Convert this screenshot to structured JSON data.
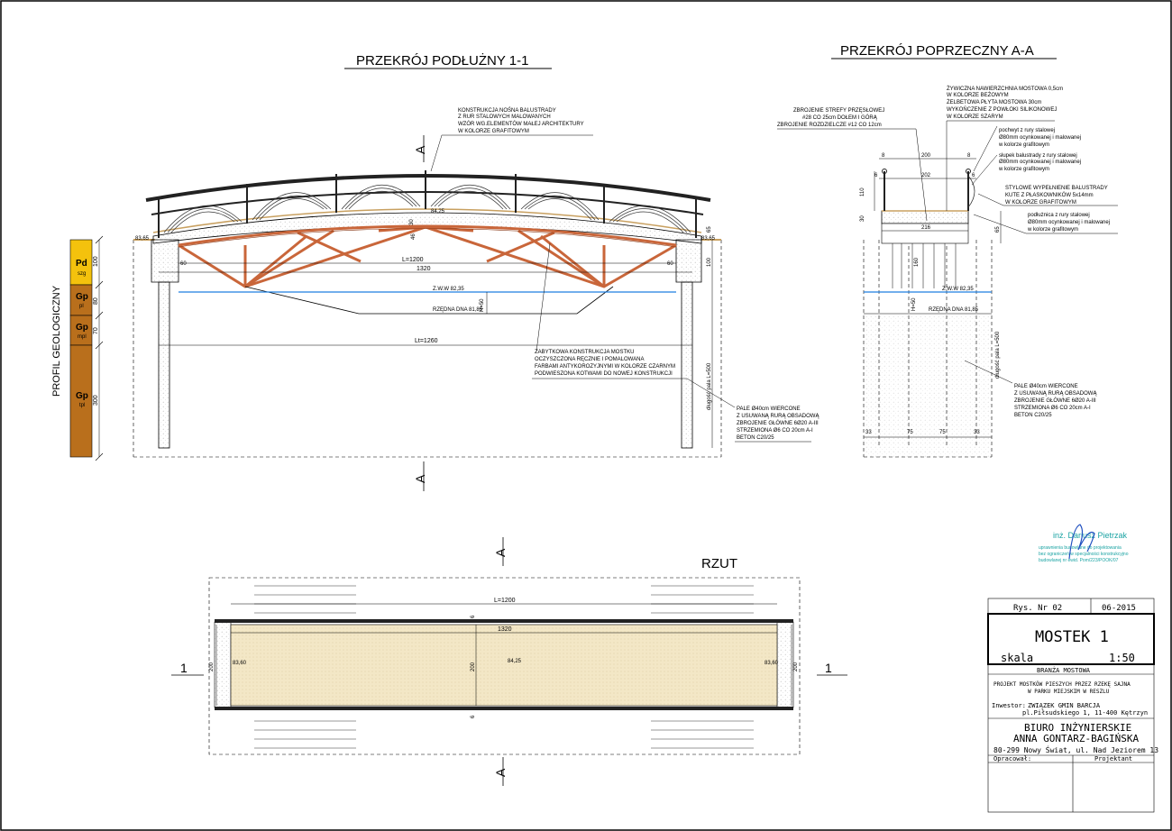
{
  "titles": {
    "longitudinal": "PRZEKRÓJ PODŁUŻNY 1-1",
    "cross": "PRZEKRÓJ POPRZECZNY A-A",
    "plan": "RZUT"
  },
  "section_marks": {
    "a": "A",
    "one": "1"
  },
  "geology": {
    "axis_label": "PROFIL GEOLOGICZNY",
    "layers": [
      {
        "code": "Pd",
        "sub": "szg",
        "thickness": "100",
        "color": "#f4c20d"
      },
      {
        "code": "Gp",
        "sub": "pl",
        "thickness": "80",
        "color": "#b96f1c"
      },
      {
        "code": "Gp",
        "sub": "mpl",
        "thickness": "70",
        "color": "#b96f1c"
      },
      {
        "code": "Gp",
        "sub": "tpl",
        "thickness": "300",
        "color": "#b96f1c"
      }
    ]
  },
  "longitudinal": {
    "railing_note": [
      "KONSTRUKCJA NOŚNA BALUSTRADY",
      "Z RUR STALOWYCH MALOWANYCH",
      "WZÓR WG.ELEMENTÓW MAŁEJ ARCHITEKTURY",
      "W KOLORZE GRAFITOWYM"
    ],
    "historic_note": [
      "ZABYTKOWA KONSTRUKCJA MOSTKU",
      "OCZYSZCZONA RĘCZNIE I POMALOWANA",
      "FARBAMI ANTYKOROZYJNYMI W KOLORZE CZARNYM",
      "PODWIESZONA KOTWAMI DO NOWEJ KONSTRUKCJI"
    ],
    "pile_note": [
      "PALE Ø40cm WIERCONE",
      "Z USUWANĄ RURĄ OBSADOWĄ",
      "ZBROJENIE GŁÓWNE 6Ø20 A-III",
      "STRZEMIONA Ø6 CO 20cm A-I",
      "BETON C20/25"
    ],
    "dims": {
      "L1200": "L=1200",
      "L1320": "1320",
      "Lt1260": "Lt=1260",
      "d30": "30",
      "d46": "46",
      "d60a": "60",
      "d60b": "60",
      "d65": "65",
      "d100a": "100",
      "d100b": "100",
      "h50": "H=50",
      "pile_len": "długość pala L=500",
      "lvl_left": "83,65",
      "lvl_right": "83,65",
      "lvl_mid": "84,25",
      "zww": "Z.W.W 82,35",
      "bottom": "RZĘDNA DNA 81,85"
    }
  },
  "cross": {
    "reinf_note": [
      "ZBROJENIE STREFY PRZĘSŁOWEJ",
      "#28 CO 25cm DOŁEM I GÓRĄ",
      "ZBROJENIE ROZDZIELCZE #12 CO 12cm"
    ],
    "surface_note": [
      "ŻYWICZNA NAWIERZCHNIA MOSTOWA 0,5cm",
      "W KOLORZE BEŻOWYM",
      "ŻELBETOWA PŁYTA MOSTOWA 30cm",
      "WYKOŃCZENIE Z POWŁOKI SILIKONOWEJ",
      "W KOLORZE SZARYM"
    ],
    "handrail_note": [
      "pochwyt z rury stalowej",
      "Ø80mm ocynkowanej i malowanej",
      "w kolorze grafitowym"
    ],
    "post_note": [
      "słupek balustrady z rury stalowej",
      "Ø80mm ocynkowanej i malowanej",
      "w kolorze grafitowym"
    ],
    "infill_note": [
      "STYLOWE WYPEŁNIENIE BALUSTRADY",
      "KUTE Z PŁASKOWNIKÓW 5x14mm",
      "W KOLORZE GRAFITOWYM"
    ],
    "rail_note": [
      "podłużnica z rury stalowej",
      "Ø80mm ocynkowanej i malowanej",
      "w kolorze grafitowym"
    ],
    "pile_note": [
      "PALE Ø40cm WIERCONE",
      "Z USUWANĄ RURĄ OBSADOWĄ",
      "ZBROJENIE GŁÓWNE 6Ø20 A-III",
      "STRZEMIONA Ø6 CO 20cm A-I",
      "BETON C20/25"
    ],
    "dims": {
      "w200": "200",
      "w202": "202",
      "w216": "216",
      "e8a": "8",
      "e8b": "8",
      "e6a": "6",
      "e6b": "6",
      "h110": "110",
      "h30": "30",
      "h65": "65",
      "h160": "160",
      "h50": "H=50",
      "pile_len": "długość pala L=500",
      "b33a": "33",
      "b75a": "75",
      "b75b": "75",
      "b33b": "33",
      "zww": "Z.W.W 82,35",
      "bottom": "RZĘDNA DNA 81,85"
    }
  },
  "plan": {
    "L1200": "L=1200",
    "L1320": "1320",
    "w200a": "200",
    "w200b": "200",
    "w200c": "200",
    "e6a": "6",
    "e6b": "6",
    "lvl_left": "83,60",
    "lvl_mid": "84,25",
    "lvl_right": "83,60"
  },
  "stamp": {
    "name": "inż. Dariusz Pietrzak",
    "lines": [
      "uprawnienia budowlane do projektowania",
      "bez ograniczeń w specjalności konstrukcyjno",
      "budowlanej nr ewid. Pom/223/POOK/07"
    ]
  },
  "title_block": {
    "drawing_no": "Rys. Nr 02",
    "date": "06-2015",
    "name": "MOSTEK 1",
    "scale_label": "skala",
    "scale": "1:50",
    "branch": "BRANŻA MOSTOWA",
    "project": [
      "PROJEKT MOSTKÓW PIESZYCH PRZEZ RZEKĘ SAJNA",
      "W PARKU MIEJSKIM W RESZLU"
    ],
    "investor_label": "Inwestor:",
    "investor": [
      "ZWIĄZEK GMIN BARCJA",
      "pl.Piłsudskiego 1, 11-400 Kętrzyn"
    ],
    "office": [
      "BIURO INŻYNIERSKIE",
      "ANNA GONTARZ-BAGIŃSKA"
    ],
    "address": "80-299 Nowy Świat, ul. Nad Jeziorem 13",
    "prepared": "Opracował:",
    "designer": "Projektant"
  },
  "colors": {
    "truss": "#c9663a",
    "water": "#1e7fe0",
    "deck_fill": "#f3e7c6",
    "stamp": "#1aa3a3",
    "signature": "#2050c0"
  }
}
